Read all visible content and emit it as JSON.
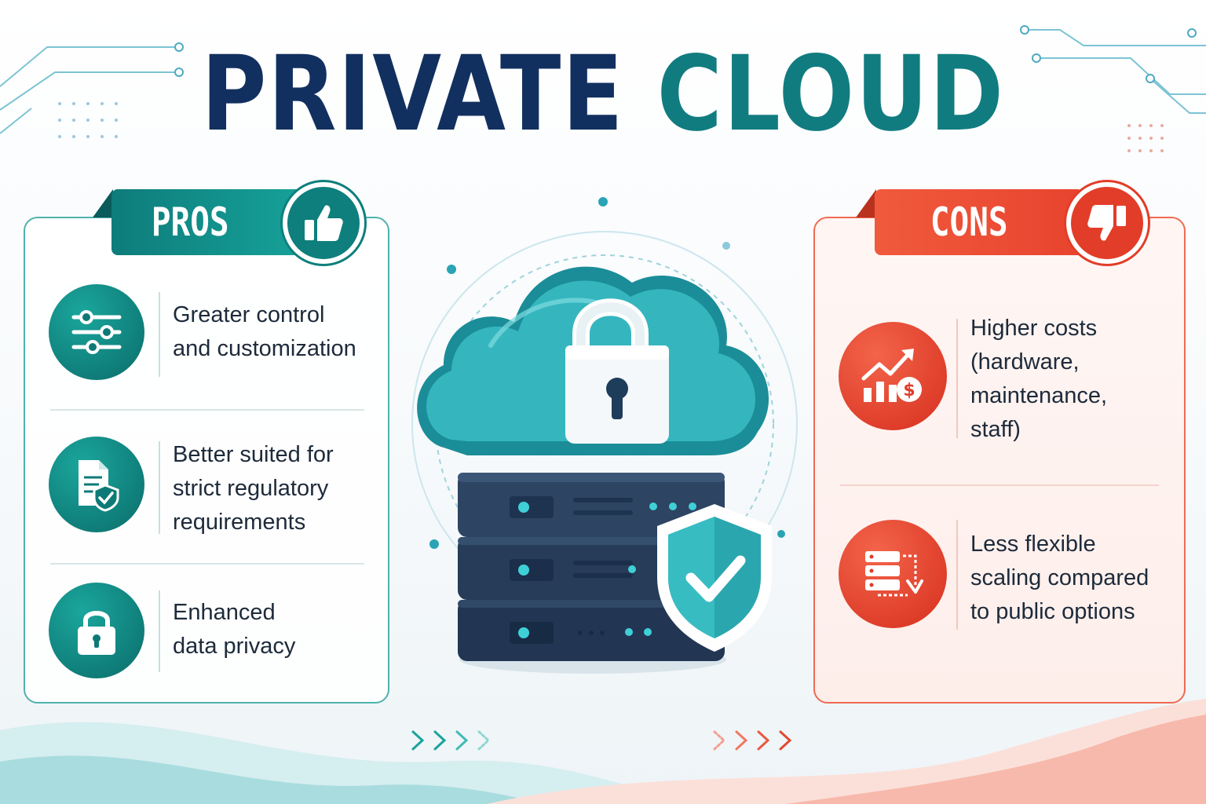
{
  "title": {
    "word1": "PRIVATE",
    "word2": "CLOUD"
  },
  "pros": {
    "label": "PROS",
    "badge_icon": "thumbs-up-icon",
    "items": [
      {
        "icon": "sliders-icon",
        "text_lines": [
          "Greater control",
          "and customization"
        ]
      },
      {
        "icon": "compliance-document-icon",
        "text_lines": [
          "Better suited for",
          "strict regulatory",
          "requirements"
        ]
      },
      {
        "icon": "padlock-icon",
        "text_lines": [
          "Enhanced",
          "data privacy"
        ]
      }
    ]
  },
  "cons": {
    "label": "CONS",
    "badge_icon": "thumbs-down-icon",
    "items": [
      {
        "icon": "rising-costs-icon",
        "text_lines": [
          "Higher costs",
          "(hardware,",
          "maintenance,",
          "staff)"
        ]
      },
      {
        "icon": "scaling-servers-icon",
        "text_lines": [
          "Less flexible",
          "scaling compared",
          "to public options"
        ]
      }
    ]
  },
  "center_icon": "secure-cloud-server-icon",
  "colors": {
    "navy": "#12305f",
    "teal": "#117c80",
    "teal_light": "#3ec3c4",
    "red": "#e23d28",
    "server": "#2b3f5c"
  }
}
